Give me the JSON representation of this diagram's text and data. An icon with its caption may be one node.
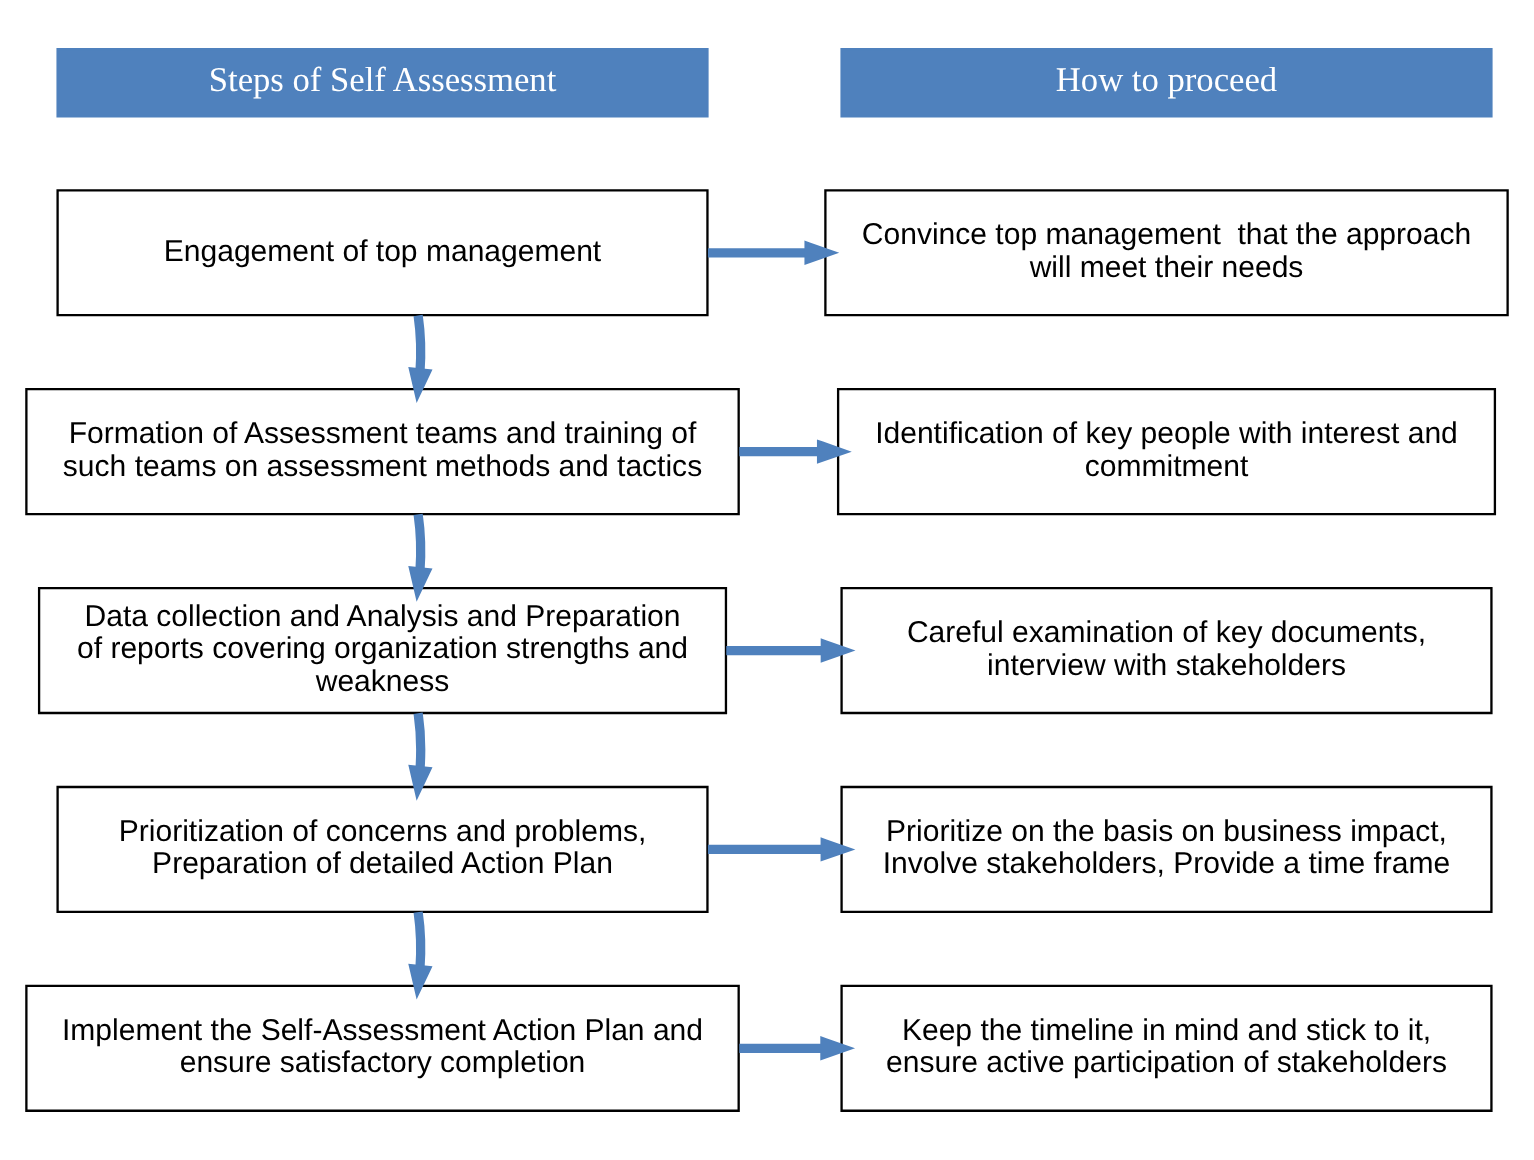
{
  "diagram": {
    "nodes": [
      {
        "text": [
          "Steps of Self Assessment"
        ]
      },
      {
        "text": [
          "How to proceed"
        ]
      },
      {
        "text": [
          "Engagement of top management"
        ]
      },
      {
        "text": [
          "Convince top management  that the approach will meet their needs"
        ]
      },
      {
        "text": [
          "Formation of Assessment teams and training of such teams on assessment methods and tactics"
        ]
      },
      {
        "text": [
          "Identification of key people with interest and commitment"
        ]
      },
      {
        "text": [
          "Data collection and Analysis and Preparation of reports covering organization strengths and weakness"
        ]
      },
      {
        "text": [
          "Careful examination of key documents, interview with stakeholders"
        ]
      },
      {
        "text": [
          "Prioritization of concerns and problems, Preparation of detailed Action Plan"
        ]
      },
      {
        "text": [
          "Prioritize on the basis on business impact, Involve stakeholders, Provide a time frame"
        ]
      },
      {
        "text": [
          "Implement the Self-Assessment Action Plan and ensure satisfactory completion"
        ]
      },
      {
        "text": [
          "Keep the timeline in mind and stick to it, ensure active participation of stakeholders"
        ]
      }
    ],
    "edges": [
      {
        "from": 2,
        "to": 3,
        "arrow": "to"
      },
      {
        "from": 2,
        "to": 4,
        "arrow": "to"
      },
      {
        "from": 4,
        "to": 5,
        "arrow": "to"
      },
      {
        "from": 4,
        "to": 6,
        "arrow": "to"
      },
      {
        "from": 6,
        "to": 7,
        "arrow": "to"
      },
      {
        "from": 6,
        "to": 8,
        "arrow": "to"
      },
      {
        "from": 8,
        "to": 9,
        "arrow": "to"
      },
      {
        "from": 8,
        "to": 10,
        "arrow": "to"
      },
      {
        "from": 10,
        "to": 11,
        "arrow": "to"
      }
    ]
  }
}
